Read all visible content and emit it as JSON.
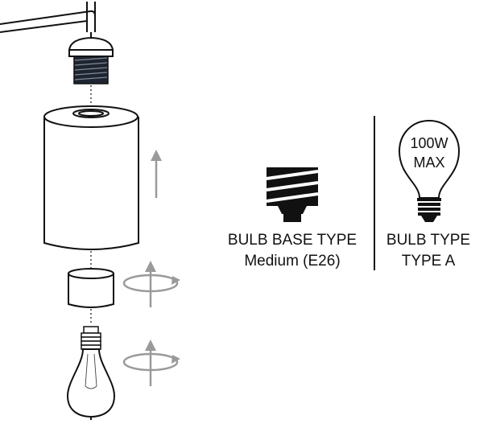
{
  "base_spec": {
    "title": "BULB BASE TYPE",
    "value": "Medium (E26)"
  },
  "bulb_spec": {
    "title": "BULB TYPE",
    "value": "TYPE A",
    "wattage_line1": "100W",
    "wattage_line2": "MAX"
  },
  "colors": {
    "line": "#111111",
    "arrow": "#9a9a9a",
    "socket_dark": "#1e2530"
  }
}
